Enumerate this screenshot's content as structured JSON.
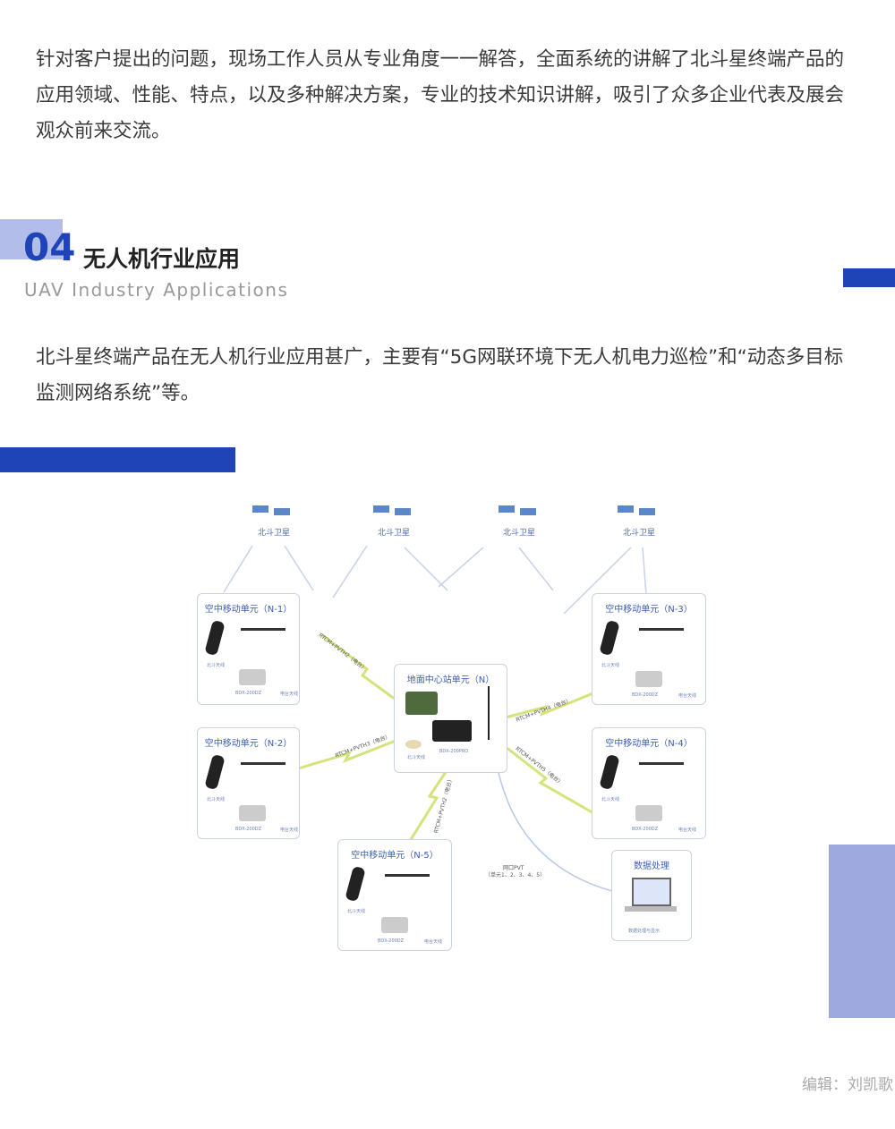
{
  "intro": "针对客户提出的问题，现场工作人员从专业角度一一解答，全面系统的讲解了北斗星终端产品的应用领域、性能、特点，以及多种解决方案，专业的技术知识讲解，吸引了众多企业代表及展会观众前来交流。",
  "section": {
    "number": "04",
    "title": "无人机行业应用",
    "subtitle": "UAV Industry Applications"
  },
  "body": "北斗星终端产品在无人机行业应用甚广，主要有“5G网联环境下无人机电力巡检”和“动态多目标监测网络系统”等。",
  "diagram": {
    "satellite_label": "北斗卫星",
    "units": [
      "空中移动单元（N-1）",
      "空中移动单元（N-2）",
      "空中移动单元（N-3）",
      "空中移动单元（N-4）",
      "空中移动单元（N-5）"
    ],
    "ground": "地面中心站单元（N）",
    "ground_device": "BDX-200PRO",
    "antenna": "北斗天线",
    "radio_antenna": "电台天线",
    "device": "BDX-200DZ",
    "links": [
      "RTCM+PVTH2（电台）",
      "RTCM+PVTH3（电台）",
      "RTCM+PVTH4（电台）",
      "RTCM+PVTH5（电台）",
      "RTCM+PVTH2（电台）"
    ],
    "pvt": "网口PVT",
    "pvt_units": "（单元1、2、3、4、5）",
    "processing": "数据处理",
    "processing_sub": "数据处理与显示"
  },
  "editor": "编辑：刘凯歌",
  "colors": {
    "accent": "#1f44b8",
    "light_accent": "#9ea9df"
  }
}
